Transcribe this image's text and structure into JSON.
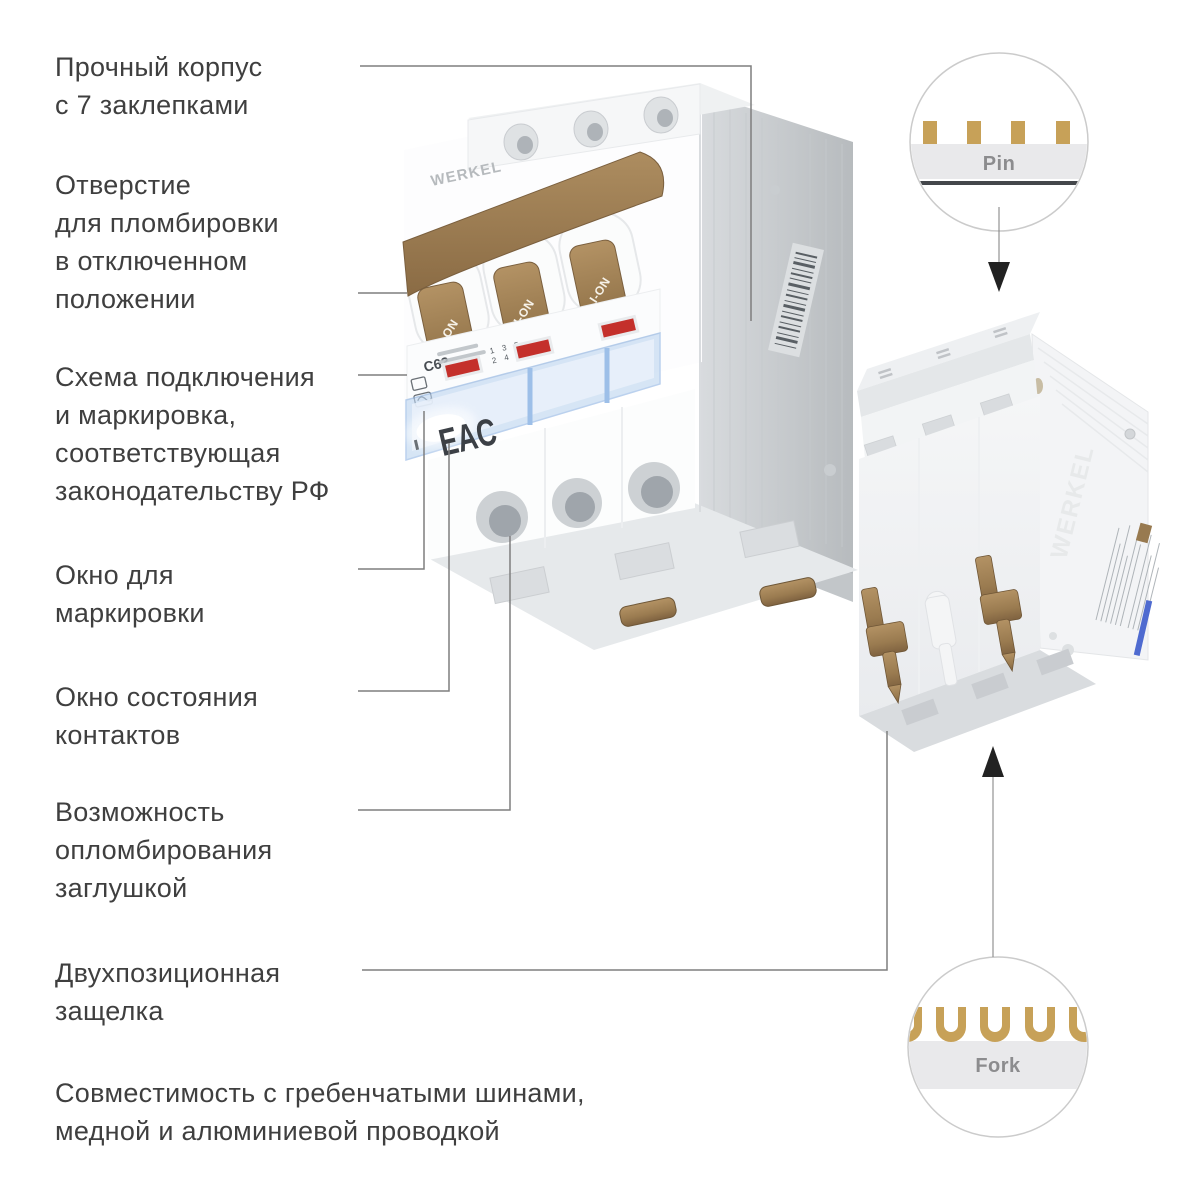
{
  "features": [
    {
      "id": "durable-housing",
      "lines": [
        "Прочный корпус",
        "с 7 заклепками"
      ]
    },
    {
      "id": "sealing-hole",
      "lines": [
        "Отверстие",
        "для пломбировки",
        "в отключенном",
        "положении"
      ]
    },
    {
      "id": "wiring-diagram",
      "lines": [
        "Схема подключения",
        "и маркировка,",
        "соответствующая",
        "законодательству РФ"
      ]
    },
    {
      "id": "marking-window",
      "lines": [
        "Окно для",
        "маркировки"
      ]
    },
    {
      "id": "contact-state-window",
      "lines": [
        "Окно состояния",
        "контактов"
      ]
    },
    {
      "id": "sealing-plug",
      "lines": [
        "Возможность",
        "опломбирования",
        "заглушкой"
      ]
    },
    {
      "id": "two-position-latch",
      "lines": [
        "Двухпозиционная",
        "защелка"
      ]
    },
    {
      "id": "busbar-compatibility",
      "lines": [
        "Совместимость с гребенчатыми шинами,",
        "медной и алюминиевой проводкой"
      ]
    }
  ],
  "insets": {
    "pin": {
      "label": "Pin"
    },
    "fork": {
      "label": "Fork"
    }
  },
  "product": {
    "brand": "WERKEL",
    "lever_label": "I-ON",
    "rating": "C63",
    "cert_mark": "EAC",
    "diagram_top": "1 3 5",
    "diagram_bottom": "2 4 6"
  },
  "colors": {
    "accent_gold": "#C7A158",
    "lever_bronze": "#9B7C52",
    "indicator_red": "#C4302B",
    "window_blue": "#BCD4F0",
    "label_text": "#3F3F3F",
    "leader_line": "#7E7E7E",
    "inset_band_gray": "#E9E9EB"
  }
}
